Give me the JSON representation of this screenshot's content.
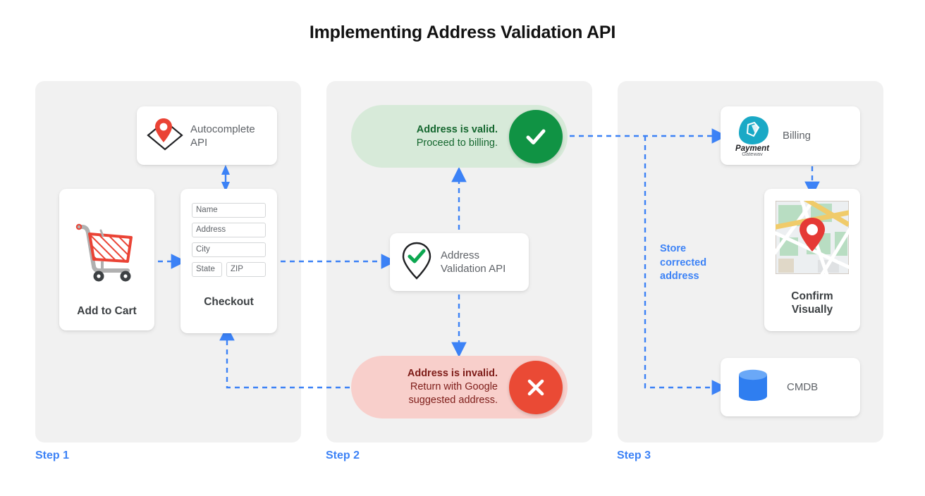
{
  "page": {
    "title": "Implementing Address Validation API",
    "background": "#ffffff",
    "accent_blue": "#3c82f6",
    "panel_bg": "#f1f1f1"
  },
  "steps": [
    {
      "label": "Step 1"
    },
    {
      "label": "Step 2"
    },
    {
      "label": "Step 3"
    }
  ],
  "step1": {
    "autocomplete": {
      "icon": "map-pin-diamond-icon",
      "label": "Autocomplete\nAPI",
      "label_line1": "Autocomplete",
      "label_line2": "API"
    },
    "add_to_cart": {
      "icon": "shopping-cart-icon",
      "label": "Add to Cart"
    },
    "checkout": {
      "label": "Checkout",
      "fields": [
        {
          "name": "name-field",
          "placeholder": "Name"
        },
        {
          "name": "address-field",
          "placeholder": "Address"
        },
        {
          "name": "city-field",
          "placeholder": "City"
        },
        {
          "name": "state-field",
          "placeholder": "State"
        },
        {
          "name": "zip-field",
          "placeholder": "ZIP"
        }
      ]
    }
  },
  "step2": {
    "valid": {
      "icon": "check-circle-icon",
      "line1": "Address is valid.",
      "line2": "Proceed to billing.",
      "bg_color": "#d7ead9",
      "badge_color": "#109344",
      "text_color": "#15672f"
    },
    "invalid": {
      "icon": "x-circle-icon",
      "line1": "Address is invalid.",
      "line2": "Return with Google",
      "line3": "suggested address.",
      "bg_color": "#f8cfcb",
      "badge_color": "#ea4a35",
      "text_color": "#7e1d19"
    },
    "validation_api": {
      "icon": "map-pin-check-icon",
      "label_line1": "Address",
      "label_line2": "Validation API"
    }
  },
  "step3": {
    "billing": {
      "icon": "payment-gateway-logo-icon",
      "logo_word1": "Payment",
      "logo_word2": "Gateway",
      "label": "Billing"
    },
    "confirm": {
      "icon": "map-thumbnail-icon",
      "label_line1": "Confirm",
      "label_line2": "Visually"
    },
    "cmdb": {
      "icon": "database-cylinder-icon",
      "label": "CMDB"
    },
    "store_note": {
      "line1": "Store",
      "line2": "corrected",
      "line3": "address"
    }
  },
  "connectors": [
    {
      "name": "cart-to-checkout-arrow",
      "style": "dashed",
      "direction": "right"
    },
    {
      "name": "autocomplete-checkout-arrow",
      "style": "solid",
      "direction": "both-vertical"
    },
    {
      "name": "checkout-to-validation-arrow",
      "style": "dashed",
      "direction": "right"
    },
    {
      "name": "validation-to-valid-arrow",
      "style": "dashed",
      "direction": "up"
    },
    {
      "name": "validation-to-invalid-arrow",
      "style": "dashed",
      "direction": "down"
    },
    {
      "name": "valid-to-billing-arrow",
      "style": "dashed",
      "direction": "right"
    },
    {
      "name": "billing-to-confirm-arrow",
      "style": "dashed",
      "direction": "down"
    },
    {
      "name": "store-to-cmdb-arrow",
      "style": "dashed",
      "direction": "right"
    },
    {
      "name": "invalid-to-checkout-arrow",
      "style": "dashed",
      "direction": "up"
    }
  ]
}
